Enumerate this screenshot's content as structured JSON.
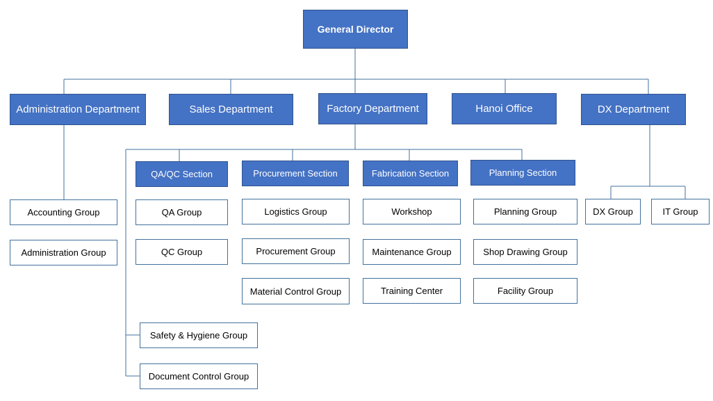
{
  "chart": {
    "top": "General Director",
    "departments": [
      "Administration Department",
      "Sales Department",
      "Factory Department",
      "Hanoi Office",
      "DX Department"
    ],
    "administration_groups": [
      "Accounting Group",
      "Administration Group"
    ],
    "factory_sections": [
      {
        "name": "QA/QC Section",
        "groups": [
          "QA Group",
          "QC Group"
        ]
      },
      {
        "name": "Procurement Section",
        "groups": [
          "Logistics Group",
          "Procurement Group",
          "Material Control Group"
        ]
      },
      {
        "name": "Fabrication Section",
        "groups": [
          "Workshop",
          "Maintenance Group",
          "Training Center"
        ]
      },
      {
        "name": "Planning Section",
        "groups": [
          "Planning Group",
          "Shop Drawing Group",
          "Facility Group"
        ]
      }
    ],
    "factory_direct_groups": [
      "Safety & Hygiene Group",
      "Document Control Group"
    ],
    "dx_groups": [
      "DX Group",
      "IT Group"
    ]
  },
  "colors": {
    "box_fill": "#4472c4",
    "box_border": "#2f528f",
    "leaf_border": "#41719c",
    "connector": "#41719c"
  }
}
